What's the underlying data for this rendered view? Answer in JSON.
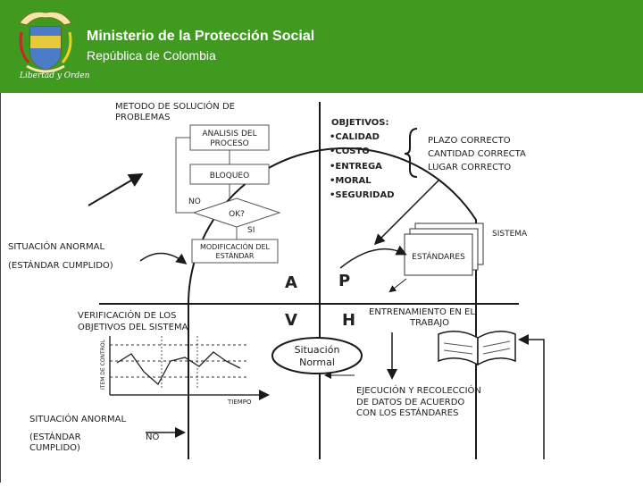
{
  "header": {
    "title": "Ministerio de la Protección Social",
    "subtitle": "República de Colombia",
    "motto": "Libertad y Orden"
  },
  "colors": {
    "header_bg": "#3f9a1f",
    "line": "#1a1a1a"
  },
  "diagram": {
    "method_title_1": "METODO DE SOLUCIÓN DE",
    "method_title_2": "PROBLEMAS",
    "analysis_1": "ANALISIS DEL",
    "analysis_2": "PROCESO",
    "block": "BLOQUEO",
    "decision": "OK?",
    "no": "NO",
    "si": "SI",
    "modify_1": "MODIFICACIÓN DEL",
    "modify_2": "ESTÁNDAR",
    "objectives_title": "OBJETIVOS:",
    "objectives": [
      "•CALIDAD",
      "•COSTO",
      "•ENTREGA",
      "•MORAL",
      "•SEGURIDAD"
    ],
    "goals": [
      "PLAZO CORRECTO",
      "CANTIDAD CORRECTA",
      "LUGAR CORRECTO"
    ],
    "system": "SISTEMA",
    "standards": "ESTÁNDARES",
    "abnormal_top_1": "SITUACIÓN  ANORMAL",
    "abnormal_top_2": "(ESTÁNDAR  CUMPLIDO)",
    "quadrant_a": "A",
    "quadrant_p": "P",
    "quadrant_v": "V",
    "quadrant_h": "H",
    "training_1": "ENTRENAMIENTO EN EL",
    "training_2": "TRABAJO",
    "verification_1": "VERIFICACIÓN     DE      LOS",
    "verification_2": "OBJETIVOS DEL  SISTEMA",
    "normal_1": "Situación",
    "normal_2": "Normal",
    "execution_1": "EJECUCIÓN  Y  RECOLECCIÓN",
    "execution_2": "DE    DATOS    DE    ACUERDO",
    "execution_3": "CON LOS ESTÁNDARES",
    "control_axis": "ITEM DE CONTROL",
    "time_axis": "TIEMPO",
    "abnormal_bottom_1": "SITUACIÓN  ANORMAL",
    "abnormal_bottom_2": "(ESTÁNDAR",
    "abnormal_bottom_no": "NO",
    "abnormal_bottom_3": "CUMPLIDO)"
  }
}
